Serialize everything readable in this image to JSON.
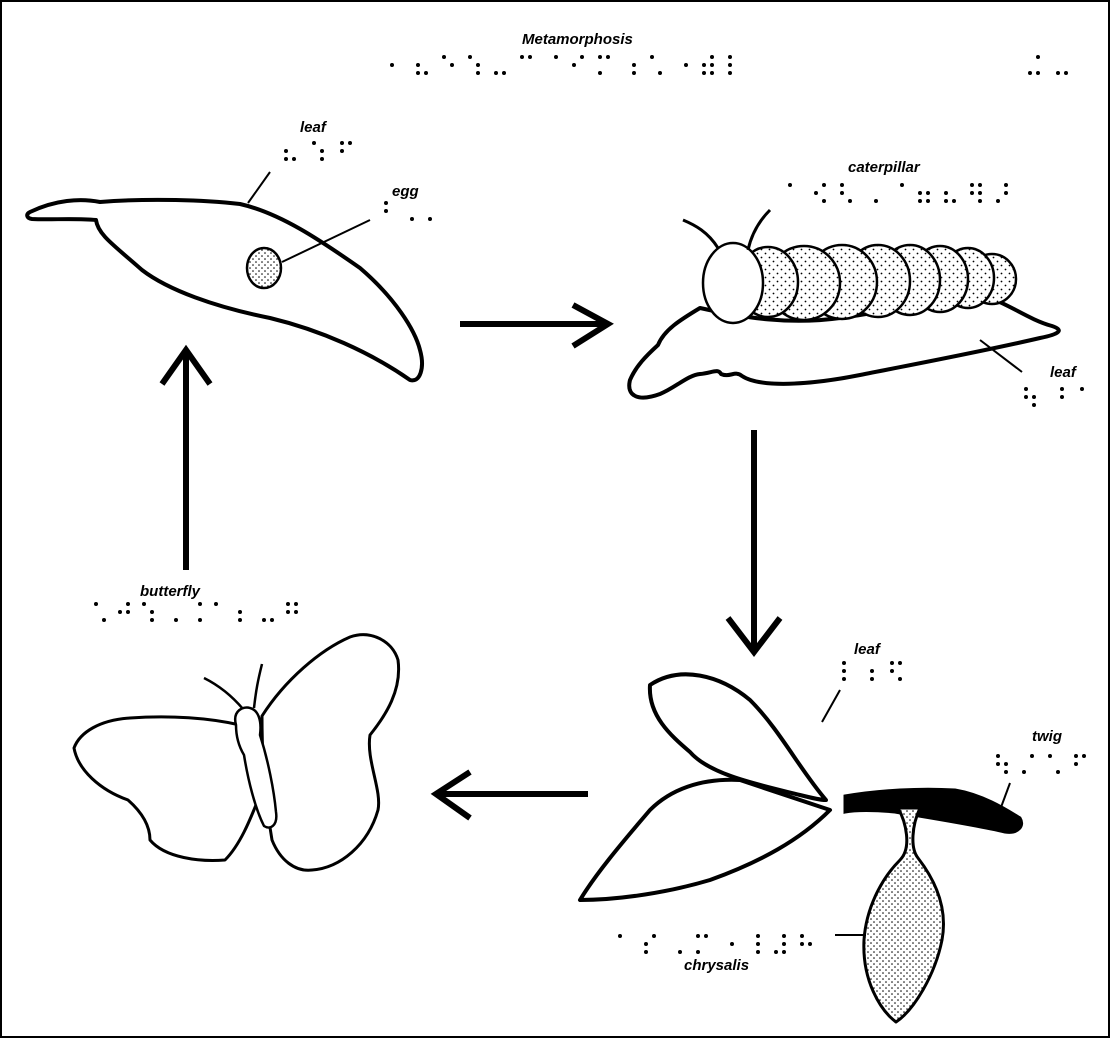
{
  "diagram": {
    "title": "Metamorphosis",
    "stages": {
      "egg": {
        "label": "egg",
        "leaf_label": "leaf"
      },
      "caterpillar": {
        "label": "caterpillar",
        "leaf_label": "leaf"
      },
      "chrysalis": {
        "label": "chrysalis",
        "leaf_label": "leaf",
        "twig_label": "twig"
      },
      "butterfly": {
        "label": "butterfly"
      }
    },
    "colors": {
      "line": "#000000",
      "fill": "#ffffff",
      "stipple_dot": "#000000"
    }
  }
}
